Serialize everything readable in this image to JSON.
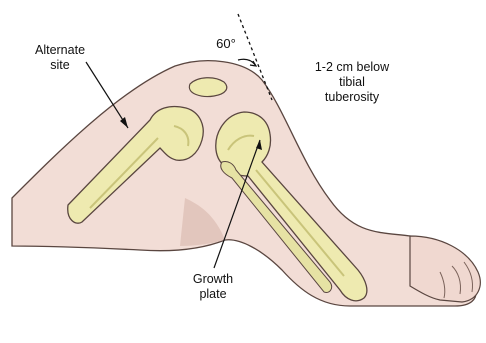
{
  "labels": {
    "alternate_site": [
      "Alternate",
      "site"
    ],
    "angle": "60°",
    "insertion_site": [
      "1-2 cm below",
      "tibial",
      "tuberosity"
    ],
    "growth_plate": [
      "Growth",
      "plate"
    ]
  },
  "colors": {
    "skin": "#f2ddd6",
    "skin_shadow": "#d9b7ad",
    "outline": "#5a4640",
    "bone": "#eeeab0",
    "bone_shadow": "#c9c47a",
    "ink": "#111111"
  }
}
